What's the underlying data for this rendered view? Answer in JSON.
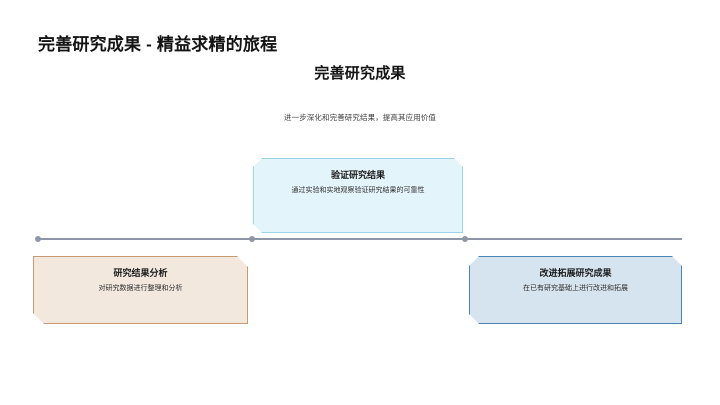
{
  "slide": {
    "title": "完善研究成果 - 精益求精的旅程",
    "subtitle": "完善研究成果",
    "description": "进一步深化和完善研究结果，提高其应用价值"
  },
  "timeline": {
    "axis_color": "#8d97a8",
    "markers": [
      {
        "name": "marker-start"
      },
      {
        "name": "marker-middle"
      },
      {
        "name": "marker-end"
      }
    ]
  },
  "cards": [
    {
      "key": "verify",
      "title": "验证研究结果",
      "body": "通过实验和实地观察验证研究结果的可靠性",
      "fill": "#e4f4fb",
      "border": "#9ad4e8",
      "position": "above-axis-center"
    },
    {
      "key": "analysis",
      "title": "研究结果分析",
      "body": "对研究数据进行整理和分析",
      "fill": "#f2e8de",
      "border": "#c79a73",
      "position": "below-axis-left"
    },
    {
      "key": "improve",
      "title": "改进拓展研究成果",
      "body": "在已有研究基础上进行改进和拓展",
      "fill": "#d6e4ef",
      "border": "#4a86b4",
      "position": "below-axis-right"
    }
  ]
}
